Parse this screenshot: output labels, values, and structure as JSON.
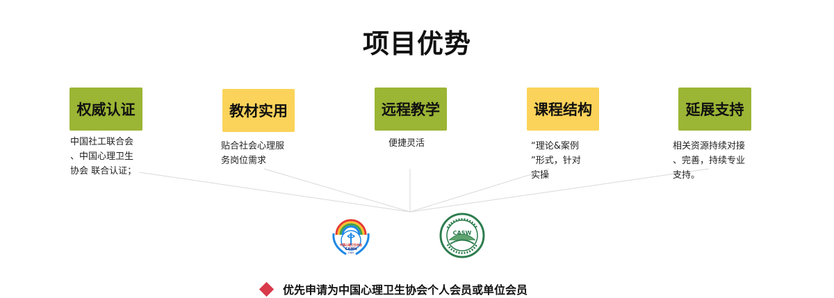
{
  "title": "项目优势",
  "features": [
    {
      "label": "权威认证",
      "color": "#9bb535",
      "desc_lines": [
        "中国社工联合会",
        "、中国心理卫生",
        "协会 联合认证；"
      ]
    },
    {
      "label": "教材实用",
      "color": "#fbd35a",
      "desc_lines": [
        "贴合社会心理服",
        "务岗位需求"
      ]
    },
    {
      "label": "远程教学",
      "color": "#9bb535",
      "desc_lines": [
        "便捷灵活"
      ]
    },
    {
      "label": "课程结构",
      "color": "#fbd35a",
      "desc_lines": [
        "“理论&案例",
        "”形式，针对",
        "实操"
      ]
    },
    {
      "label": "延展支持",
      "color": "#9bb535",
      "desc_lines": [
        "相关资源持续对接",
        "、完善，持续专业",
        "支持。"
      ]
    }
  ],
  "logos": [
    {
      "name": "中国心理卫生协会",
      "abbr": "CAMH",
      "year": "1985"
    },
    {
      "name": "中国社会工作联合会",
      "abbr": "CASW"
    }
  ],
  "bottom_text": "优先申请为中国心理卫生协会个人会员或单位会员"
}
